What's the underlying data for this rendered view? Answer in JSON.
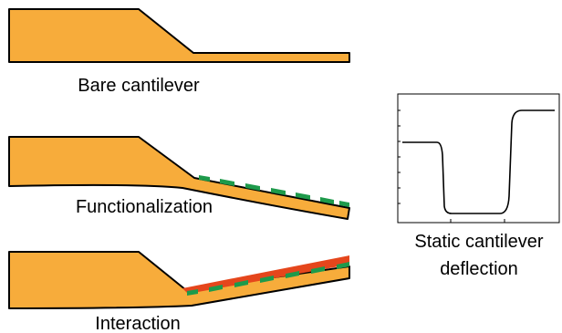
{
  "panels": [
    {
      "id": "bare",
      "caption": "Bare cantilever"
    },
    {
      "id": "functionalization",
      "caption": "Functionalization"
    },
    {
      "id": "interaction",
      "caption": "Interaction"
    }
  ],
  "deflection_plot": {
    "caption_line1": "Static cantilever",
    "caption_line2": "deflection",
    "signal_shape": "step down then step up",
    "axes_tick_labels": "none"
  },
  "colors": {
    "substrate": "#F7AC3B",
    "outline": "#000000",
    "receptor_layer": "#1E9A4B",
    "analyte_layer": "#E5461C",
    "trace": "#000000"
  }
}
